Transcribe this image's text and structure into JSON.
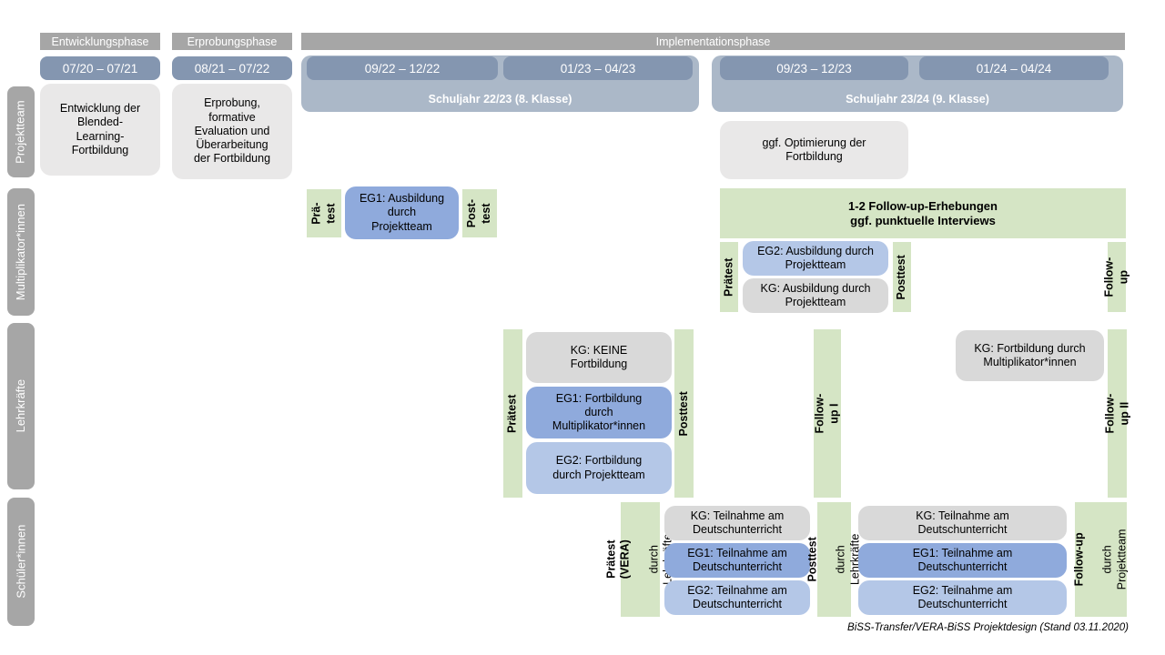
{
  "phases": {
    "entwicklung": "Entwicklungsphase",
    "erprobung": "Erprobungsphase",
    "implementation": "Implementationsphase"
  },
  "dates": {
    "d1": "07/20 – 07/21",
    "d2": "08/21 – 07/22",
    "d3": "09/22 – 12/22",
    "d4": "01/23 – 04/23",
    "d5": "09/23 – 12/23",
    "d6": "01/24 – 04/24"
  },
  "school_years": {
    "sy1": "Schuljahr 22/23 (8. Klasse)",
    "sy2": "Schuljahr 23/24 (9. Klasse)"
  },
  "row_labels": {
    "projektteam": "Projektteam",
    "multiplikatoren": "Multiplikator*innen",
    "lehrkraefte": "Lehrkräfte",
    "schueler": "Schüler*innen"
  },
  "projektteam": {
    "entwicklung": "Entwicklung der\nBlended-\nLearning-\nFortbildung",
    "erprobung": "Erprobung,\nformative\nEvaluation und\nÜberarbeitung\nder Fortbildung",
    "optimierung": "ggf. Optimierung der\nFortbildung"
  },
  "multiplikatoren": {
    "praetest1": "Prä-\ntest",
    "eg1": "EG1: Ausbildung\ndurch\nProjektteam",
    "posttest1": "Post-\ntest",
    "followup_box": "1-2 Follow-up-Erhebungen\nggf. punktuelle Interviews",
    "praetest2": "Prätest",
    "eg2": "EG2: Ausbildung durch\nProjektteam",
    "kg": "KG: Ausbildung durch\nProjektteam",
    "posttest2": "Posttest",
    "followup_bar": "Follow-up"
  },
  "lehrkraefte": {
    "praetest": "Prätest",
    "kg1": "KG: KEINE\nFortbildung",
    "eg1": "EG1: Fortbildung\ndurch\nMultiplikator*innen",
    "eg2": "EG2: Fortbildung\ndurch Projektteam",
    "posttest": "Posttest",
    "followup1": "Follow-up I",
    "kg2": "KG: Fortbildung durch\nMultiplikator*innen",
    "followup2": "Follow-up II"
  },
  "schueler": {
    "praetest_title": "Prätest (VERA)",
    "praetest_sub": "durch Lehrkräfte",
    "kg1": "KG: Teilnahme am\nDeutschunterricht",
    "eg1a": "EG1: Teilnahme am\nDeutschunterricht",
    "eg2a": "EG2: Teilnahme am\nDeutschunterricht",
    "posttest_title": "Posttest",
    "posttest_sub": "durch Lehrkräfte",
    "kg2": "KG: Teilnahme am\nDeutschunterricht",
    "eg1b": "EG1: Teilnahme am\nDeutschunterricht",
    "eg2b": "EG2: Teilnahme am\nDeutschunterricht",
    "followup_title": "Follow-up",
    "followup_sub": "durch\nProjektteam"
  },
  "caption": "BiSS-Transfer/VERA-BiSS Projektdesign (Stand 03.11.2020)",
  "colors": {
    "header_gray": "#a6a6a6",
    "date_blue": "#8496b0",
    "school_year_blue": "#abb8c8",
    "green": "#d5e5c5",
    "eg1_blue": "#8faadc",
    "eg2_blue": "#b4c7e7",
    "kg_gray": "#d9d9d9",
    "projektteam_gray": "#e9e8e8"
  }
}
